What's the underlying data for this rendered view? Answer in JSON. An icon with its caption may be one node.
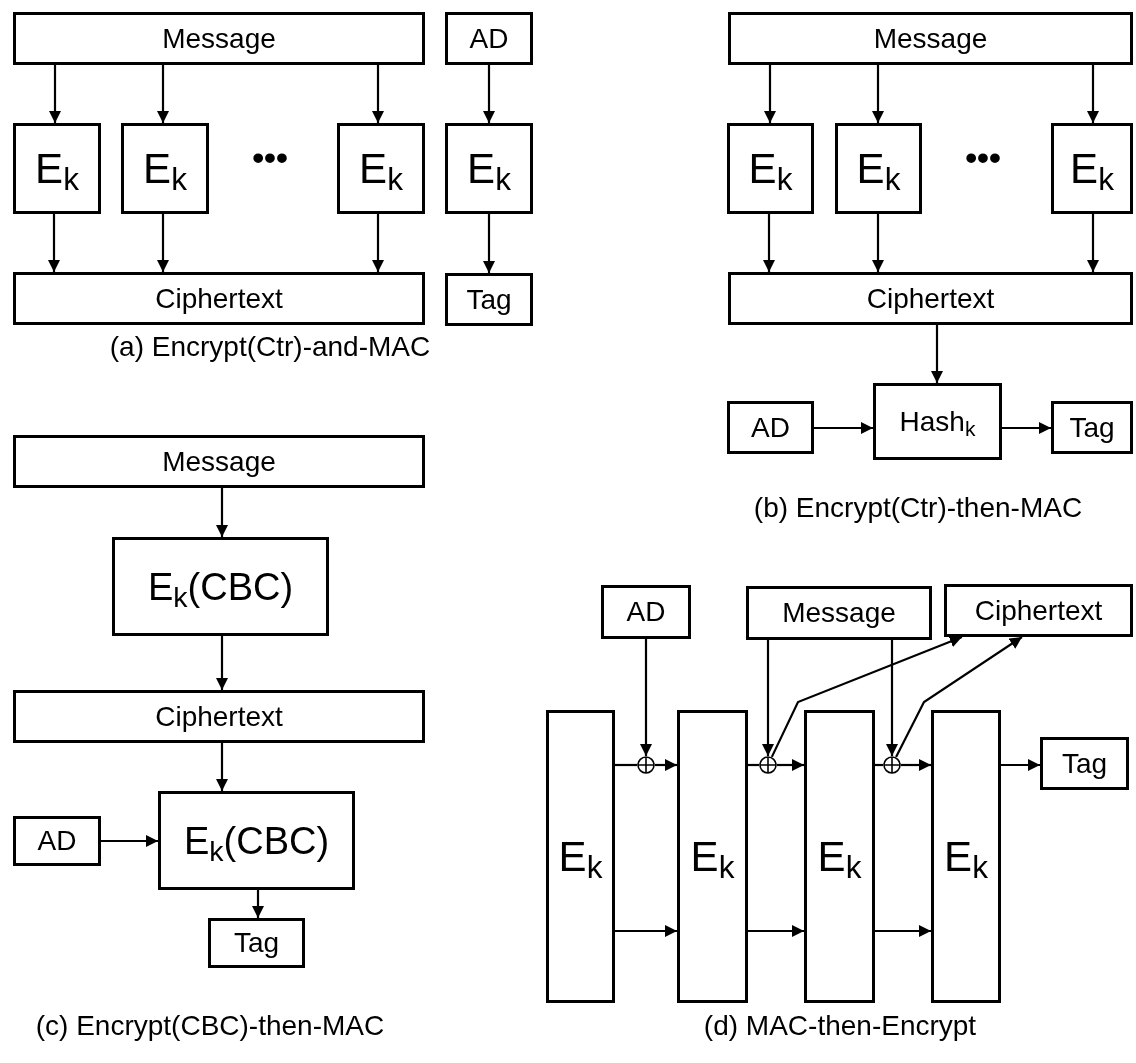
{
  "diagram": {
    "nodes": [
      {
        "text": [
          "Message"
        ]
      },
      {
        "text": [
          "AD"
        ]
      },
      {
        "text": [
          "E$_{k}$"
        ]
      },
      {
        "text": [
          "E$_{k}$"
        ]
      },
      {
        "text": [
          "E$_{k}$"
        ]
      },
      {
        "text": [
          "E$_{k}$"
        ]
      },
      {
        "text": [
          "Ciphertext"
        ]
      },
      {
        "text": [
          "Tag"
        ]
      },
      {
        "text": [
          "Message"
        ]
      },
      {
        "text": [
          "E$_{k}$"
        ]
      },
      {
        "text": [
          "E$_{k}$"
        ]
      },
      {
        "text": [
          "E$_{k}$"
        ]
      },
      {
        "text": [
          "Ciphertext"
        ]
      },
      {
        "text": [
          "AD"
        ]
      },
      {
        "text": [
          "Hash$_{k}$"
        ]
      },
      {
        "text": [
          "Tag"
        ]
      },
      {
        "text": [
          "Message"
        ]
      },
      {
        "text": [
          "E$_{k}$(CBC)"
        ]
      },
      {
        "text": [
          "Ciphertext"
        ]
      },
      {
        "text": [
          "AD"
        ]
      },
      {
        "text": [
          "E$_{k}$(CBC)"
        ]
      },
      {
        "text": [
          "Tag"
        ]
      },
      {
        "text": [
          "AD"
        ]
      },
      {
        "text": [
          "Message"
        ]
      },
      {
        "text": [
          "Ciphertext"
        ]
      },
      {
        "text": [
          "E$_{k}$"
        ]
      },
      {
        "text": [],
        "shape": "circle"
      },
      {
        "text": [
          "E$_{k}$"
        ]
      },
      {
        "text": [],
        "shape": "circle"
      },
      {
        "text": [
          "E$_{k}$"
        ]
      },
      {
        "text": [],
        "shape": "circle"
      },
      {
        "text": [
          "E$_{k}$"
        ]
      },
      {
        "text": [
          "Tag"
        ]
      }
    ],
    "edges": [
      {
        "from": 0,
        "to": 2,
        "arrow": "to"
      },
      {
        "from": 0,
        "to": 3,
        "arrow": "to"
      },
      {
        "from": 0,
        "to": 4,
        "arrow": "to"
      },
      {
        "from": 1,
        "to": 5,
        "arrow": "to"
      },
      {
        "from": 2,
        "to": 6,
        "arrow": "to"
      },
      {
        "from": 3,
        "to": 6,
        "arrow": "to"
      },
      {
        "from": 4,
        "to": 6,
        "arrow": "to"
      },
      {
        "from": 5,
        "to": 7,
        "arrow": "to"
      },
      {
        "from": 8,
        "to": 9,
        "arrow": "to"
      },
      {
        "from": 8,
        "to": 10,
        "arrow": "to"
      },
      {
        "from": 8,
        "to": 11,
        "arrow": "to"
      },
      {
        "from": 9,
        "to": 12,
        "arrow": "to"
      },
      {
        "from": 10,
        "to": 12,
        "arrow": "to"
      },
      {
        "from": 11,
        "to": 12,
        "arrow": "to"
      },
      {
        "from": 12,
        "to": 14,
        "arrow": "to"
      },
      {
        "from": 13,
        "to": 14,
        "arrow": "to"
      },
      {
        "from": 14,
        "to": 15,
        "arrow": "to"
      },
      {
        "from": 16,
        "to": 17,
        "arrow": "to"
      },
      {
        "from": 17,
        "to": 18,
        "arrow": "to"
      },
      {
        "from": 18,
        "to": 20,
        "arrow": "to"
      },
      {
        "from": 19,
        "to": 20,
        "arrow": "to"
      },
      {
        "from": 20,
        "to": 21,
        "arrow": "to"
      },
      {
        "from": 22,
        "to": 26,
        "arrow": "to"
      },
      {
        "from": 25,
        "to": 26,
        "arrow": "none"
      },
      {
        "from": 26,
        "to": 27,
        "arrow": "to"
      },
      {
        "from": 23,
        "to": 28,
        "arrow": "to"
      },
      {
        "from": 27,
        "to": 28,
        "arrow": "none"
      },
      {
        "from": 28,
        "to": 29,
        "arrow": "to"
      },
      {
        "from": 28,
        "to": 24,
        "arrow": "to"
      },
      {
        "from": 23,
        "to": 30,
        "arrow": "to"
      },
      {
        "from": 29,
        "to": 30,
        "arrow": "none"
      },
      {
        "from": 30,
        "to": 31,
        "arrow": "to"
      },
      {
        "from": 30,
        "to": 24,
        "arrow": "to"
      },
      {
        "from": 31,
        "to": 32,
        "arrow": "to"
      },
      {
        "from": 25,
        "to": 27,
        "arrow": "to"
      },
      {
        "from": 27,
        "to": 29,
        "arrow": "to"
      },
      {
        "from": 29,
        "to": 31,
        "arrow": "to"
      }
    ],
    "labels": [
      "•••",
      "•••",
      "(a) Encrypt(Ctr)-and-MAC",
      "(b) Encrypt(Ctr)-then-MAC",
      "(c) Encrypt(CBC)-then-MAC",
      "(d) MAC-then-Encrypt"
    ]
  }
}
